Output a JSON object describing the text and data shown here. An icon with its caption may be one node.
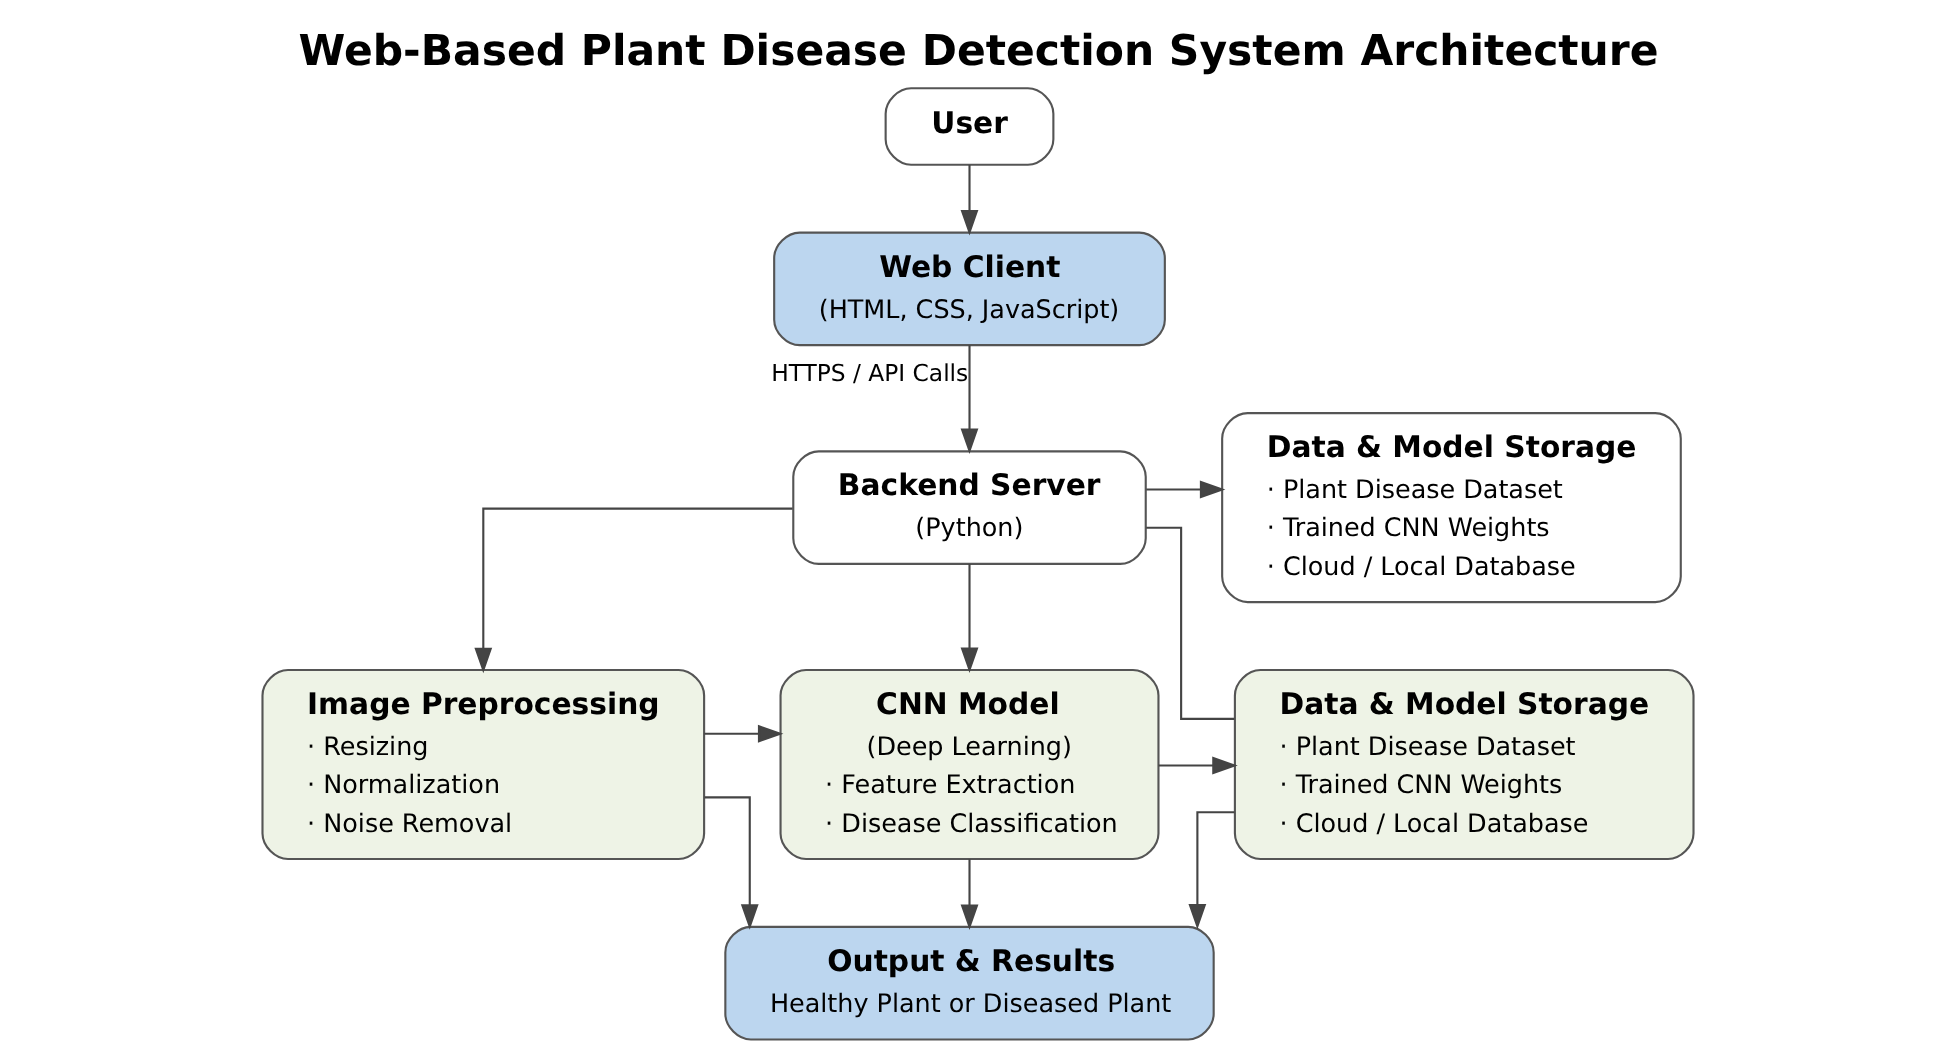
{
  "diagram": {
    "title": "Web-Based Plant Disease Detection System Architecture",
    "nodes": [
      {
        "text": [
          "User"
        ]
      },
      {
        "text": [
          "Web Client",
          "(HTML, CSS, JavaScript)"
        ]
      },
      {
        "text": [
          "Backend Server",
          "(Python)"
        ]
      },
      {
        "text": [
          "Data & Model Storage",
          "· Plant Disease Dataset",
          "· Trained CNN Weights",
          "· Cloud / Local Database"
        ]
      },
      {
        "text": [
          "Image Preprocessing",
          "· Resizing",
          "· Normalization",
          "· Noise Removal"
        ]
      },
      {
        "text": [
          "CNN Model",
          "(Deep Learning)",
          "· Feature Extraction",
          "· Disease Classification"
        ]
      },
      {
        "text": [
          "Data & Model Storage",
          "· Plant Disease Dataset",
          "· Trained CNN Weights",
          "· Cloud / Local Database"
        ]
      },
      {
        "text": [
          "Output & Results",
          "Healthy Plant or Diseased Plant"
        ]
      }
    ],
    "edges": [
      {
        "from": 0,
        "to": 1,
        "arrow": "to"
      },
      {
        "from": 1,
        "to": 2,
        "arrow": "to",
        "label": "HTTPS / API Calls"
      },
      {
        "from": 2,
        "to": 3,
        "arrow": "to"
      },
      {
        "from": 2,
        "to": 4,
        "arrow": "to"
      },
      {
        "from": 2,
        "to": 5,
        "arrow": "to"
      },
      {
        "from": 2,
        "to": 6,
        "arrow": "none"
      },
      {
        "from": 4,
        "to": 5,
        "arrow": "to"
      },
      {
        "from": 5,
        "to": 6,
        "arrow": "to"
      },
      {
        "from": 4,
        "to": 7,
        "arrow": "to"
      },
      {
        "from": 5,
        "to": 7,
        "arrow": "to"
      },
      {
        "from": 6,
        "to": 7,
        "arrow": "to"
      }
    ]
  }
}
